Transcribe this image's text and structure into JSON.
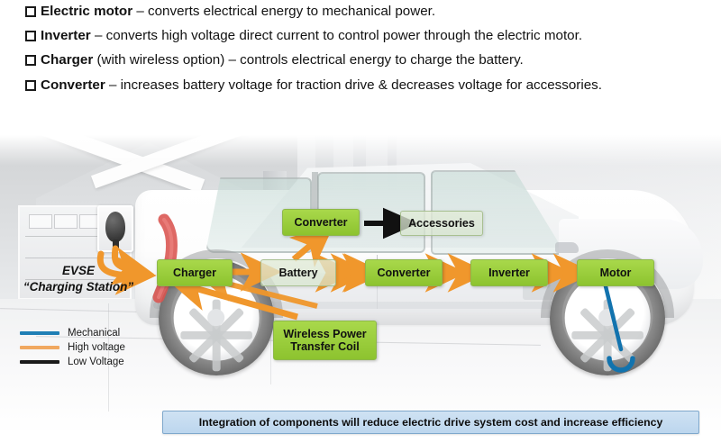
{
  "bullets": [
    {
      "term": "Electric motor",
      "rest": " – converts electrical energy to mechanical power."
    },
    {
      "term": "Inverter",
      "rest": " – converts high voltage direct current to control power through the electric motor."
    },
    {
      "term": "Charger",
      "rest": " (with wireless option) –  controls electrical energy to charge the battery."
    },
    {
      "term": "Converter",
      "rest": " – increases battery voltage for traction drive & decreases voltage for accessories."
    }
  ],
  "diagram": {
    "evse_label_line1": "EVSE",
    "evse_label_line2": "“Charging Station”",
    "boxes": {
      "charger": "Charger",
      "battery": "Battery",
      "converter_main": "Converter",
      "inverter": "Inverter",
      "motor": "Motor",
      "converter_aux": "Converter",
      "accessories": "Accessories",
      "wireless_line1": "Wireless Power",
      "wireless_line2": "Transfer Coil"
    },
    "legend": [
      {
        "label": "Mechanical",
        "color": "#1f7fb5"
      },
      {
        "label": "High voltage",
        "color": "#f0a860"
      },
      {
        "label": "Low Voltage",
        "color": "#1a1a1a"
      }
    ],
    "colors": {
      "high_voltage_arrow": "#f0972c",
      "mechanical_line": "#1273ae",
      "low_voltage_arrow": "#111111",
      "box_green": "#9ccf3e",
      "banner_blue": "#c4dcf0"
    }
  },
  "banner": {
    "text": "Integration of components will reduce electric drive system cost and increase efficiency"
  }
}
